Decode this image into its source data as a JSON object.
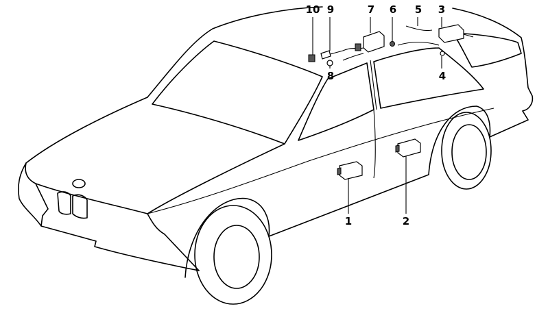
{
  "diagram": {
    "subject": "sedan-car-line-drawing",
    "callouts": [
      {
        "id": "1",
        "label": "1"
      },
      {
        "id": "2",
        "label": "2"
      },
      {
        "id": "3",
        "label": "3"
      },
      {
        "id": "4",
        "label": "4"
      },
      {
        "id": "5",
        "label": "5"
      },
      {
        "id": "6",
        "label": "6"
      },
      {
        "id": "7",
        "label": "7"
      },
      {
        "id": "8",
        "label": "8"
      },
      {
        "id": "9",
        "label": "9"
      },
      {
        "id": "10",
        "label": "10"
      }
    ]
  }
}
